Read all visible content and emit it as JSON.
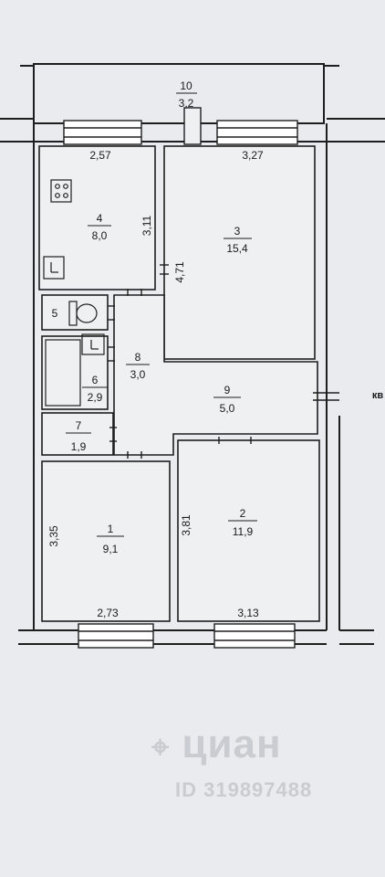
{
  "rooms": [
    {
      "number": "1",
      "area": "9,1"
    },
    {
      "number": "2",
      "area": "11,9"
    },
    {
      "number": "3",
      "area": "15,4"
    },
    {
      "number": "4",
      "area": "8,0"
    },
    {
      "number": "5",
      "area": ""
    },
    {
      "number": "6",
      "area": "2,9"
    },
    {
      "number": "7",
      "area": "1,9"
    },
    {
      "number": "8",
      "area": "3,0"
    },
    {
      "number": "9",
      "area": "5,0"
    },
    {
      "number": "10",
      "area": "3,2"
    }
  ],
  "dimensions": {
    "room4_top": "2,57",
    "room4_side": "3,11",
    "room3_top": "3,27",
    "room3_side": "4,71",
    "room1_side": "3,35",
    "room1_bottom": "2,73",
    "room2_side": "3,81",
    "room2_bottom": "3,13"
  },
  "edge_label": "кв",
  "watermark": {
    "brand": "циан",
    "id": "ID 319897488"
  }
}
